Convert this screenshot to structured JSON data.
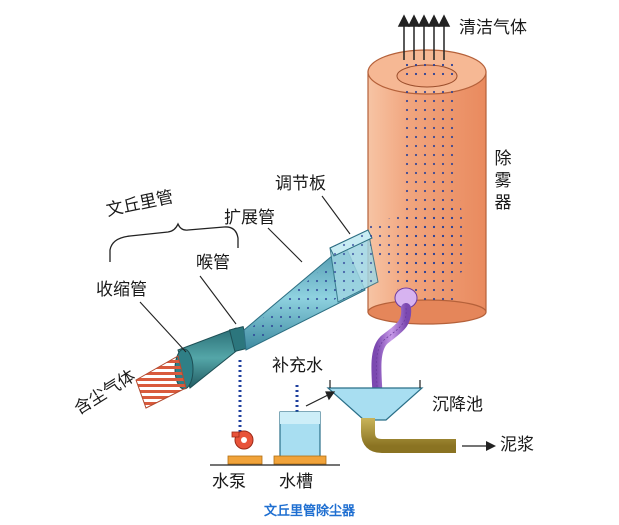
{
  "labels": {
    "clean_gas": "清洁气体",
    "demister": "除雾器",
    "adjust_plate": "调节板",
    "venturi": "文丘里管",
    "diffuser": "扩展管",
    "throat": "喉管",
    "converging": "收缩管",
    "dusty_gas": "含尘气体",
    "makeup_water": "补充水",
    "settling_tank": "沉降池",
    "sludge": "泥浆",
    "pump": "水泵",
    "water_tank": "水槽"
  },
  "caption": "文丘里管除尘器",
  "colors": {
    "cylinder": "#f2a37a",
    "duct": "#6ab6c9",
    "throat": "#2f7f86",
    "pipe": "#9b66c9",
    "water": "#7cc8e8",
    "sludge": "#a8912f",
    "gas_stripes": "#d95a3c",
    "dots": "#1e3f9e"
  }
}
